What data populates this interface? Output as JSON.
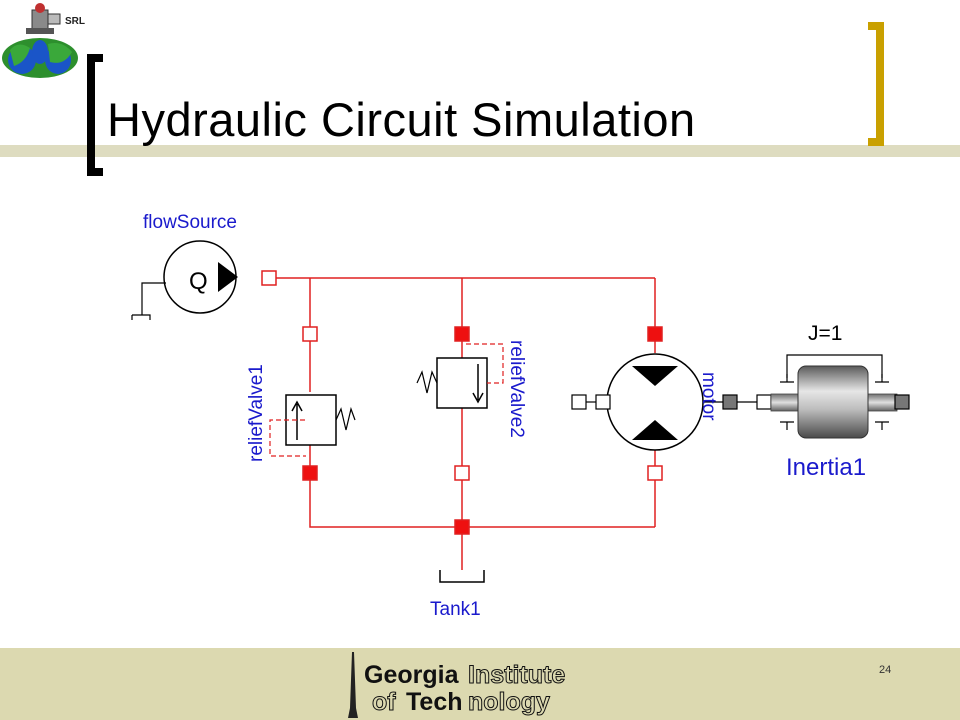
{
  "slide": {
    "title": "Hydraulic Circuit Simulation",
    "lab_label": "SRL",
    "page_number": "24"
  },
  "footer": {
    "logo_line1_bold": "Georgia",
    "logo_line1_outline": "Institute",
    "logo_line2_outline_a": "of",
    "logo_line2_bold": "Tech",
    "logo_line2_outline_b": "nology"
  },
  "diagram": {
    "components": {
      "flow_source": {
        "label": "flowSource",
        "symbol": "Q"
      },
      "relief_valve_1": {
        "label": "reliefValve1"
      },
      "relief_valve_2": {
        "label": "reliefValve2"
      },
      "motor": {
        "label": "motor"
      },
      "inertia": {
        "label": "Inertia1",
        "parameter": "J=1"
      },
      "tank": {
        "label": "Tank1"
      }
    },
    "colors": {
      "wire": "#e02020",
      "port_filled": "#ee1010",
      "label_blue": "#1a1acc",
      "accent_gold": "#c9a000",
      "footer_band": "#dcd9b0",
      "olive_bar": "#dedcc0"
    }
  }
}
